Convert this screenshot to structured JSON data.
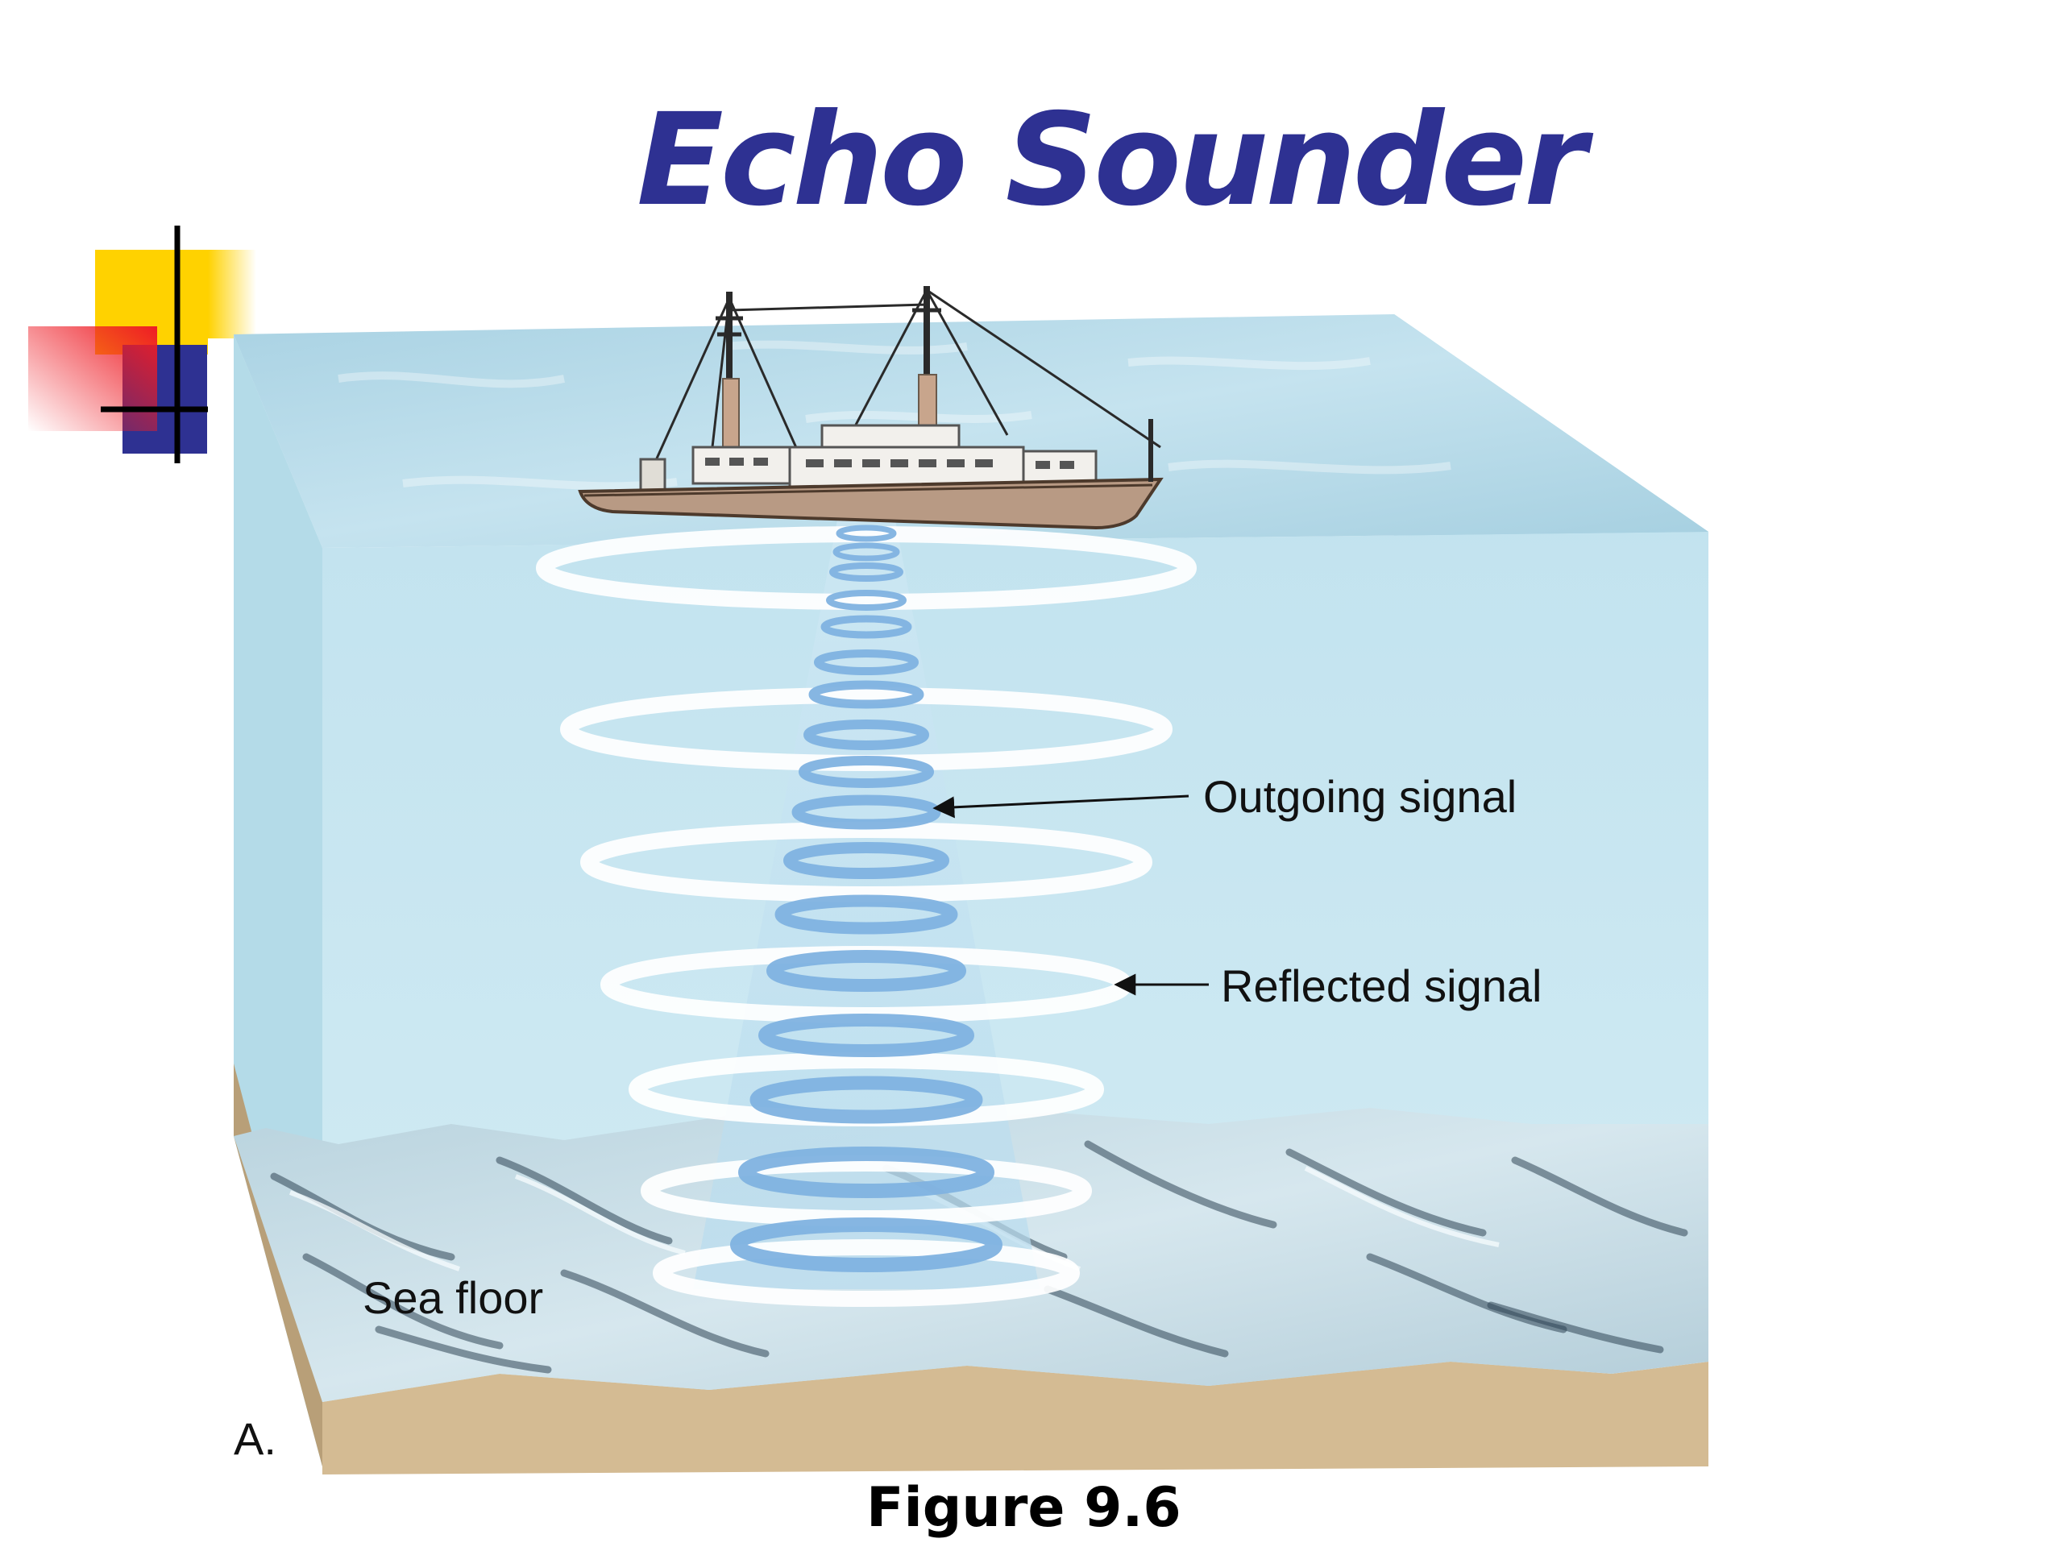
{
  "title": "Echo Sounder",
  "caption": "Figure 9.6",
  "labels": {
    "outgoing": "Outgoing signal",
    "reflected": "Reflected signal",
    "sea_floor": "Sea floor",
    "panel": "A."
  },
  "colors": {
    "title": "#2e3192",
    "water_front": "#c4e3ee",
    "water_side": "#a9d5e5",
    "water_top": "#b2d7e6",
    "sediment": "#d4bb93",
    "seafloor": "#c9dde6",
    "pulse": "#7fb2e0",
    "ring": "#ffffff",
    "ship_hull": "#b89a84",
    "deco_yellow": "#ffd200",
    "deco_red": "#ee1c25",
    "deco_blue": "#2e3192"
  }
}
